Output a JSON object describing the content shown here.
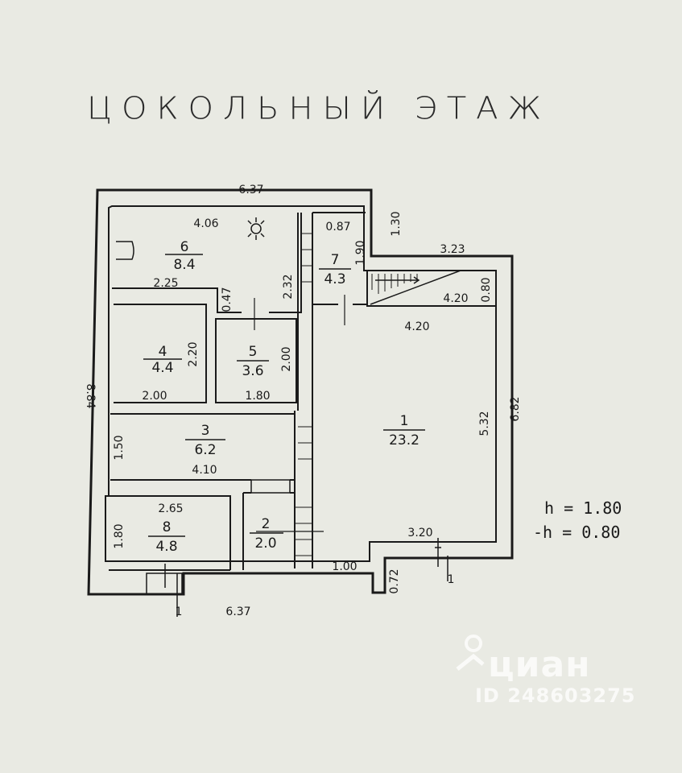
{
  "title": "ЦОКОЛЬНЫЙ ЭТАЖ",
  "heights": {
    "h": "h = 1.80",
    "minus_h": "-h = 0.80"
  },
  "rooms": [
    {
      "number": "1",
      "area": "23.2"
    },
    {
      "number": "2",
      "area": "2.0"
    },
    {
      "number": "3",
      "area": "6.2"
    },
    {
      "number": "4",
      "area": "4.4"
    },
    {
      "number": "5",
      "area": "3.6"
    },
    {
      "number": "6",
      "area": "8.4"
    },
    {
      "number": "7",
      "area": "4.3"
    },
    {
      "number": "8",
      "area": "4.8"
    }
  ],
  "dimensions": {
    "top_width": "6.37",
    "bottom_width": "6.37",
    "left_height": "8.84",
    "right_height": "6.82",
    "room6_width": "4.06",
    "room6_bottom": "2.25",
    "room6_door": "0.47",
    "room6_height": "2.32",
    "room7_width": "0.87",
    "room7_height": "1.90",
    "notch_height": "1.30",
    "notch_width": "3.23",
    "stair_width": "4.20",
    "stair_height": "0.80",
    "room1_width": "4.20",
    "room1_height": "5.32",
    "room4_height": "2.20",
    "room4_width": "2.00",
    "room5_height": "2.00",
    "room5_width": "1.80",
    "room3_height": "1.50",
    "room3_width": "4.10",
    "room8_width": "2.65",
    "room8_height": "1.80",
    "bottom_notch_width": "1.00",
    "bottom_notch_height": "0.72",
    "room1_bottom_width": "3.20"
  },
  "section_markers": [
    "1",
    "1"
  ],
  "watermark": {
    "brand": "циан",
    "id": "ID 248603275"
  },
  "colors": {
    "background": "#e9eae3",
    "ink": "#1a1a1a"
  }
}
